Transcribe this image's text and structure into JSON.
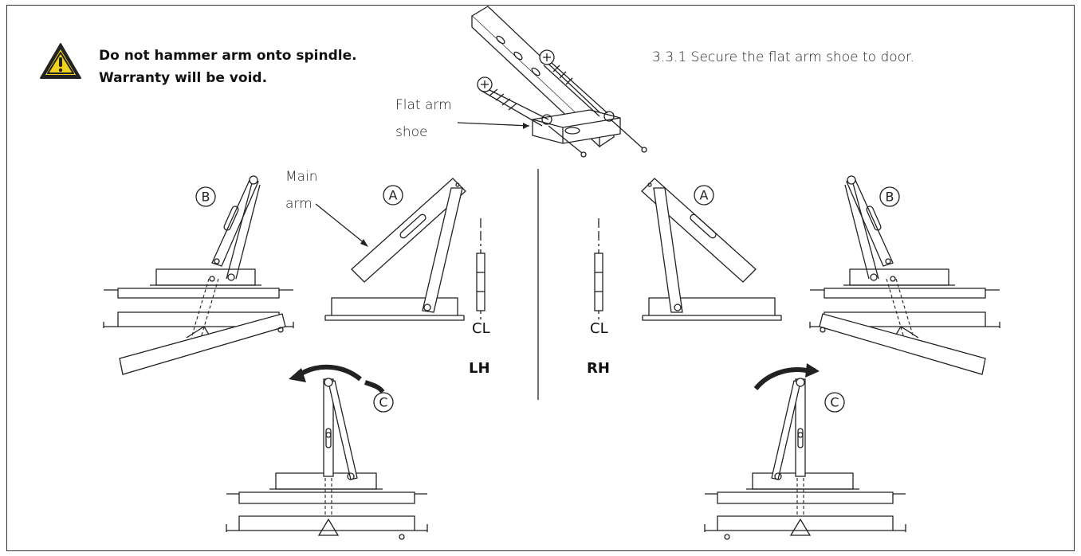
{
  "warning": {
    "icon": "warning-triangle-icon",
    "icon_color": "#f2d21e",
    "lines": [
      "Do not hammer arm onto spindle.",
      "Warranty will be void."
    ]
  },
  "step": {
    "text": "3.3.1  Secure the flat arm shoe to door."
  },
  "labels": {
    "flat_arm_shoe": [
      "Flat arm",
      "shoe"
    ],
    "main_arm": [
      "Main",
      "arm"
    ],
    "circle_a": "A",
    "circle_b": "B",
    "circle_c": "C",
    "centerline": "ⅭL",
    "left_hand": "LH",
    "right_hand": "RH"
  }
}
